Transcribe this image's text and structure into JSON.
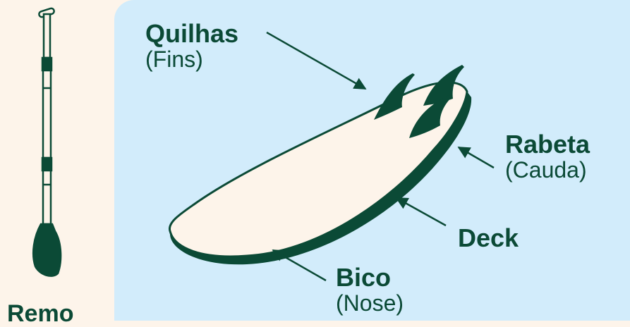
{
  "colors": {
    "left_background": "#fdf4ea",
    "right_panel": "#d2ecfb",
    "ink": "#0b4a36",
    "board_fill": "#fdf4ea"
  },
  "labels": {
    "fins": {
      "title": "Quilhas",
      "subtitle": "(Fins)"
    },
    "tail": {
      "title": "Rabeta",
      "subtitle": "(Cauda)"
    },
    "deck": {
      "title": "Deck"
    },
    "nose": {
      "title": "Bico",
      "subtitle": "(Nose)"
    },
    "paddle": {
      "title": "Remo"
    }
  }
}
